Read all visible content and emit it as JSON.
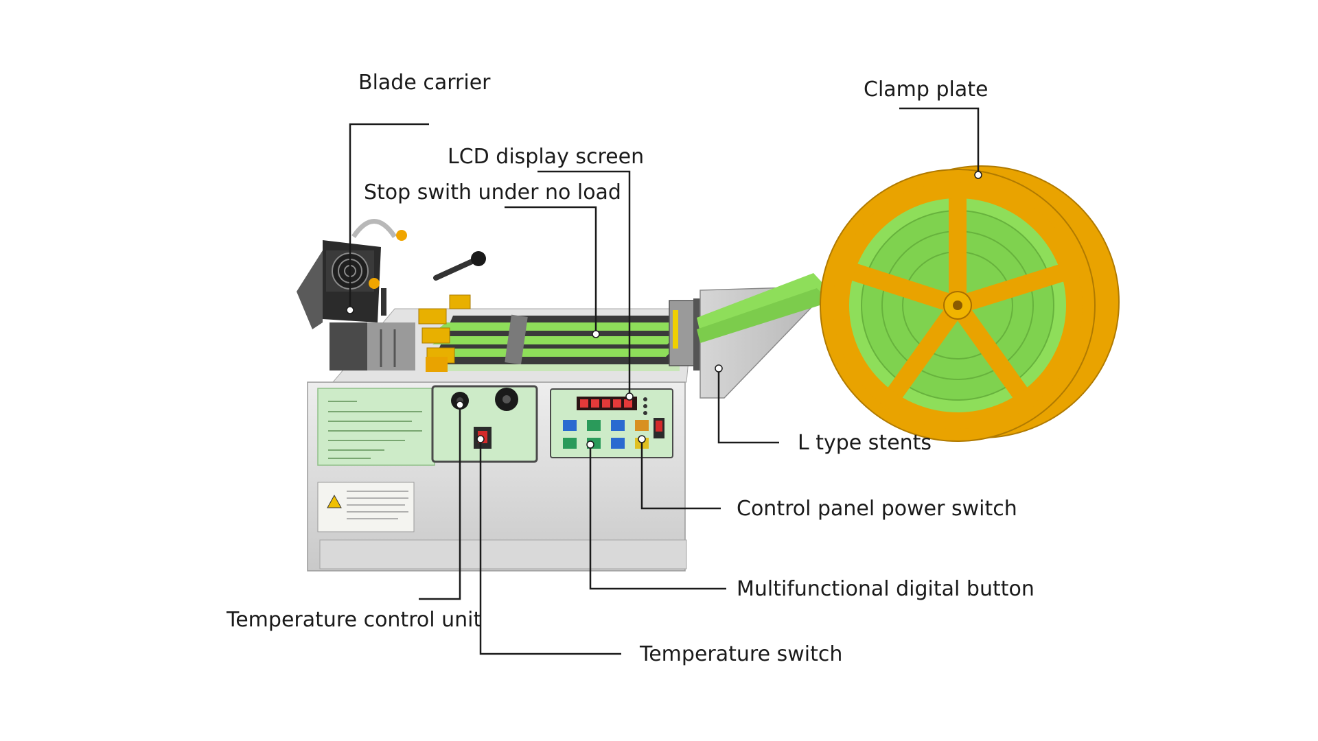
{
  "labels": {
    "blade_carrier": "Blade carrier",
    "clamp_plate": "Clamp plate",
    "lcd_display_screen": "LCD display screen",
    "stop_switch": "Stop swith under no load",
    "l_type_stents": "L type stents",
    "control_panel_power_switch": "Control panel power switch",
    "multifunctional_digital_button": "Multifunctional digital button",
    "temperature_control_unit": "Temperature control unit",
    "temperature_switch": "Temperature switch"
  },
  "colors": {
    "leader_line": "#1a1a1a",
    "label_text": "#1a1a1a",
    "tape_green": "#8ede5a",
    "reel_orange": "#e9a300",
    "machine_gray": "#dcdcdc",
    "panel_green": "#cdebc8",
    "display_red": "#d42a2a"
  },
  "icons": [
    "fan-icon",
    "warning-triangle-icon",
    "power-switch-icon"
  ]
}
